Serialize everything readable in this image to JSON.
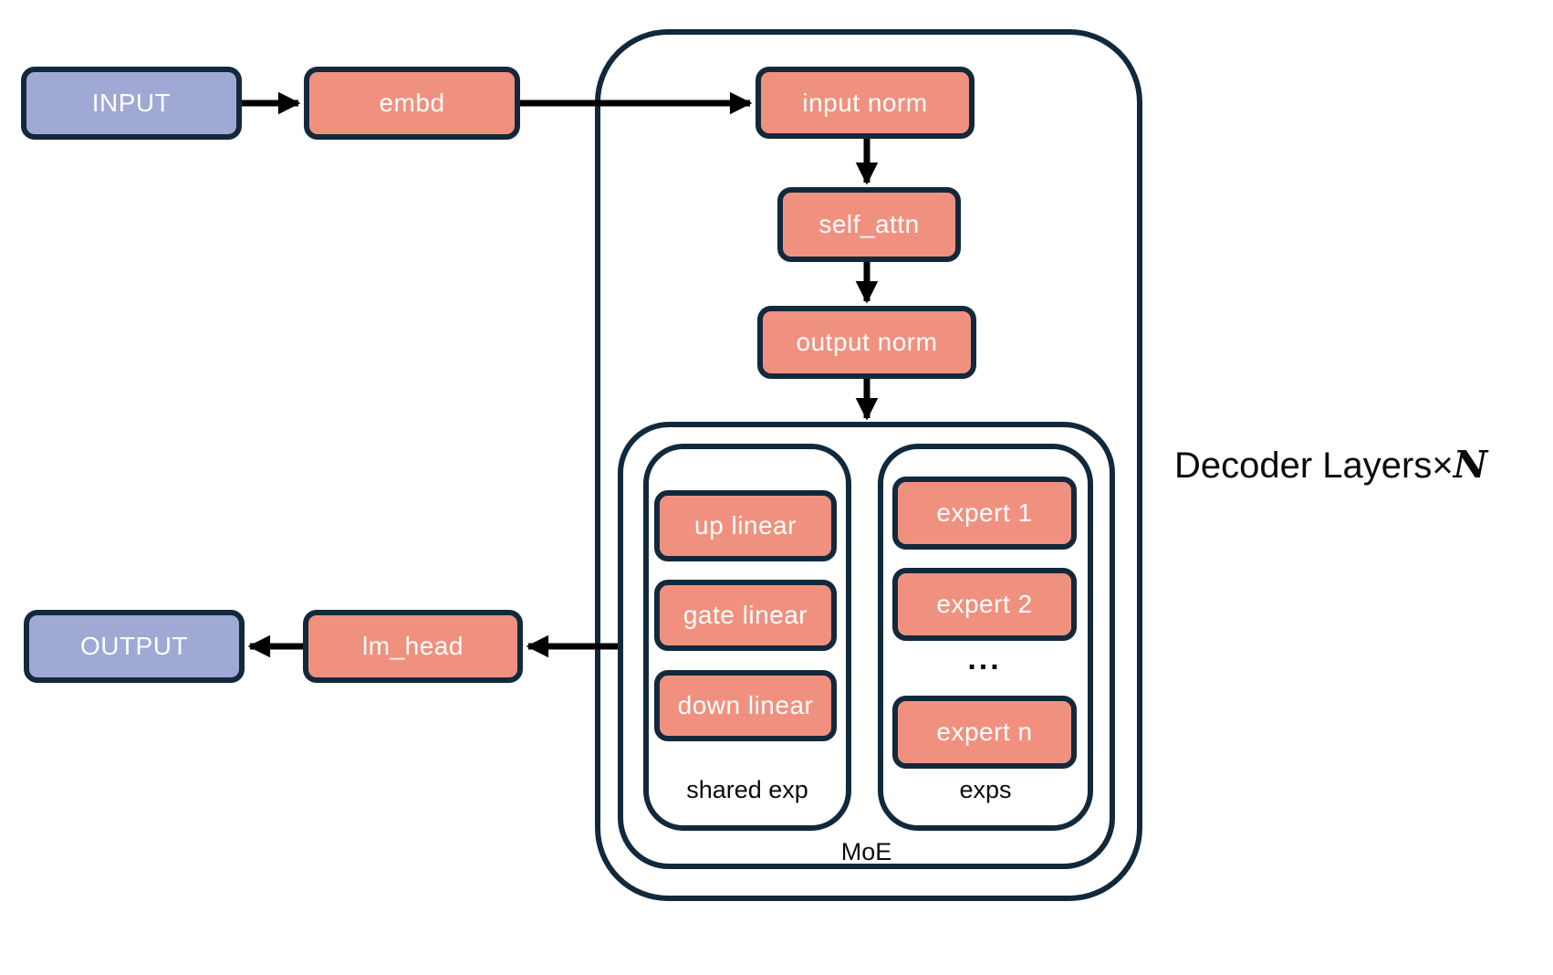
{
  "colors": {
    "salmon": "#F0917F",
    "purple": "#A0A8D4",
    "border": "#12293C",
    "arrow": "#000000",
    "text_light": "#FFFFFF",
    "text_dark": "#0A0A0A",
    "background": "#FFFFFF"
  },
  "nodes": {
    "input": {
      "label": "INPUT"
    },
    "embd": {
      "label": "embd"
    },
    "input_norm": {
      "label": "input norm"
    },
    "self_attn": {
      "label": "self_attn"
    },
    "output_norm": {
      "label": "output norm"
    },
    "up_linear": {
      "label": "up linear"
    },
    "gate_linear": {
      "label": "gate linear"
    },
    "down_linear": {
      "label": "down linear"
    },
    "expert_1": {
      "label": "expert 1"
    },
    "expert_2": {
      "label": "expert 2"
    },
    "expert_ellipsis": {
      "label": "..."
    },
    "expert_n": {
      "label": "expert n"
    },
    "lm_head": {
      "label": "lm_head"
    },
    "output": {
      "label": "OUTPUT"
    }
  },
  "containers": {
    "shared_exp": {
      "label": "shared exp"
    },
    "exps": {
      "label": "exps"
    },
    "moe": {
      "label": "MoE"
    },
    "decoder": {
      "label": "Decoder Layers×",
      "repeat": "N"
    }
  }
}
